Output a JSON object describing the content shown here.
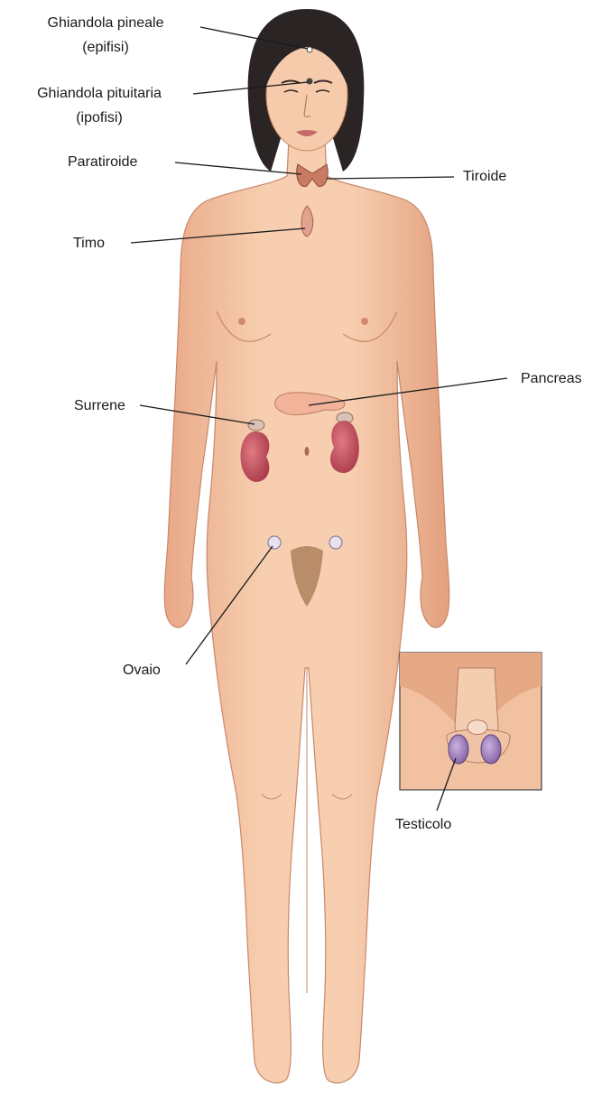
{
  "labels": {
    "pineal": [
      "Ghiandola pineale",
      "(epifisi)"
    ],
    "pituitary": [
      "Ghiandola pituitaria",
      "(ipofisi)"
    ],
    "parathyroid": "Paratiroide",
    "thyroid": "Tiroide",
    "thymus": "Timo",
    "pancreas": "Pancreas",
    "adrenal": "Surrene",
    "ovary": "Ovaio",
    "testis": "Testicolo"
  },
  "colors": {
    "background": "#ffffff",
    "skin": "#f4c2a0",
    "skin_shadow": "#d9956f",
    "hair": "#2b2424",
    "kidney": "#c5525c",
    "pancreas": "#f1b49b",
    "thyroid": "#c97a62",
    "testis": "#a887c4",
    "label_text": "#1a1a1a"
  },
  "icons": [
    "female-body-illustration",
    "male-inset-illustration"
  ]
}
